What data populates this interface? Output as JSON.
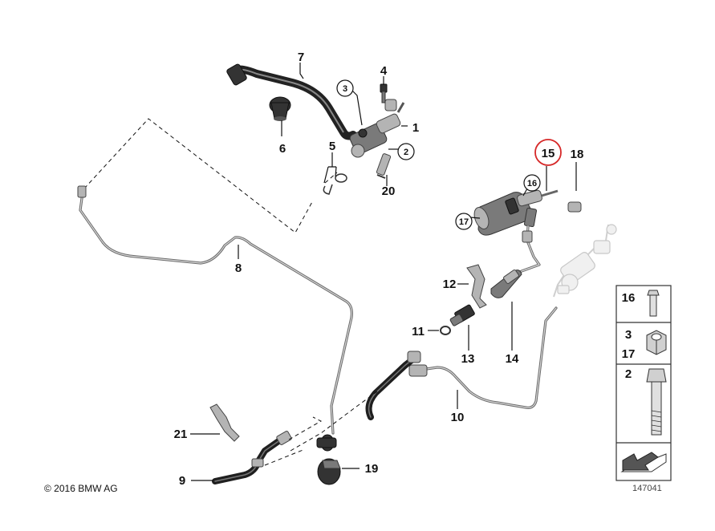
{
  "diagram": {
    "labels": {
      "p1": "1",
      "p2": "2",
      "p3": "3",
      "p4": "4",
      "p5": "5",
      "p6": "6",
      "p7": "7",
      "p8": "8",
      "p9": "9",
      "p10": "10",
      "p11": "11",
      "p12": "12",
      "p13": "13",
      "p14": "14",
      "p15": "15",
      "p16": "16",
      "p17": "17",
      "p18": "18",
      "p19": "19",
      "p20": "20",
      "p21": "21"
    },
    "highlighted_part": "15",
    "highlight_color": "#d62828",
    "copyright": "© 2016 BMW AG",
    "legend": {
      "row1": "16",
      "row2a": "3",
      "row2b": "17",
      "row3": "2"
    },
    "diagram_number": "147041"
  }
}
